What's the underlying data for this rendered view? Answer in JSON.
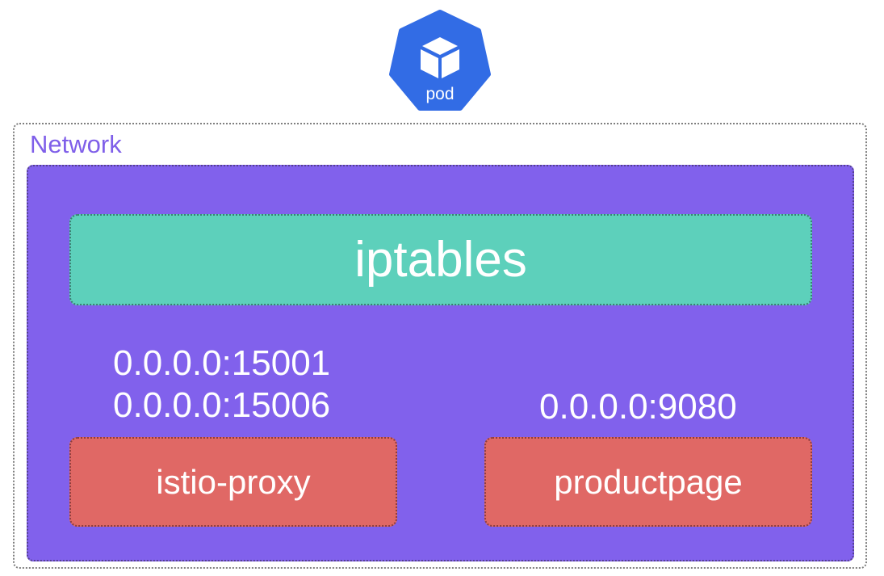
{
  "pod_badge": {
    "icon": "cube-icon",
    "label": "pod",
    "color": "#326ce5"
  },
  "network": {
    "label": "Network",
    "label_color": "#7f5fe9"
  },
  "pod_area": {
    "color": "#8161ec"
  },
  "iptables": {
    "label": "iptables",
    "color": "#5dd0bb"
  },
  "ports": {
    "proxy": [
      "0.0.0.0:15001",
      "0.0.0.0:15006"
    ],
    "app": "0.0.0.0:9080"
  },
  "containers": [
    {
      "label": "istio-proxy",
      "color": "#e06865"
    },
    {
      "label": "productpage",
      "color": "#e06865"
    }
  ]
}
